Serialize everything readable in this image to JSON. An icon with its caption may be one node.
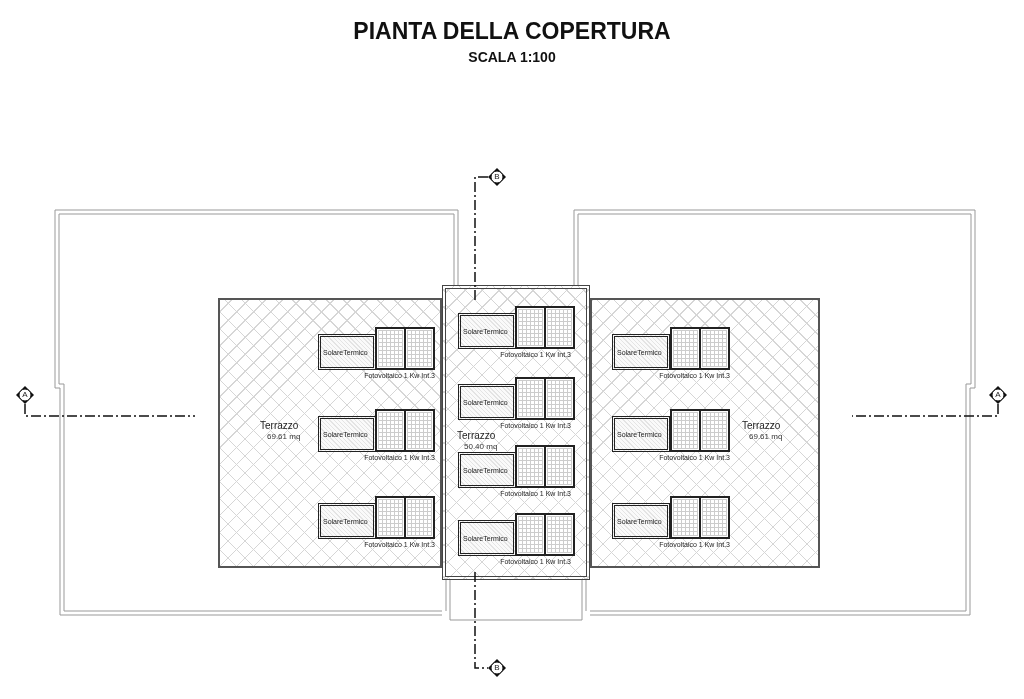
{
  "diagram": {
    "title": "PIANTA DELLA COPERTURA",
    "nodes": [
      {
        "text": [
          "Terrazzo",
          "69.61 mq"
        ]
      },
      {
        "text": [
          "SolareTermico"
        ],
        "in": 0
      },
      {
        "text": [],
        "shape": "box",
        "in": 0,
        "beside": [
          "Fotovoltaico 1 Kw Int.3"
        ]
      },
      {
        "text": [
          "SolareTermico"
        ],
        "in": 0
      },
      {
        "text": [],
        "shape": "box",
        "in": 0,
        "beside": [
          "Fotovoltaico 1 Kw Int.3"
        ]
      },
      {
        "text": [
          "SolareTermico"
        ],
        "in": 0
      },
      {
        "text": [],
        "shape": "box",
        "in": 0,
        "beside": [
          "Fotovoltaico 1 Kw Int.3"
        ]
      },
      {
        "text": [
          "Terrazzo",
          "50.40 mq"
        ]
      },
      {
        "text": [
          "SolareTermico"
        ],
        "in": 7
      },
      {
        "text": [],
        "shape": "box",
        "in": 7,
        "beside": [
          "Fotovoltaico 1 Kw Int.3"
        ]
      },
      {
        "text": [
          "SolareTermico"
        ],
        "in": 7
      },
      {
        "text": [],
        "shape": "box",
        "in": 7,
        "beside": [
          "Fotovoltaico 1 Kw Int.3"
        ]
      },
      {
        "text": [
          "SolareTermico"
        ],
        "in": 7
      },
      {
        "text": [],
        "shape": "box",
        "in": 7,
        "beside": [
          "Fotovoltaico 1 Kw Int.3"
        ]
      },
      {
        "text": [
          "SolareTermico"
        ],
        "in": 7
      },
      {
        "text": [],
        "shape": "box",
        "in": 7,
        "beside": [
          "Fotovoltaico 1 Kw Int.3"
        ]
      },
      {
        "text": [
          "Terrazzo",
          "69.61 mq"
        ]
      },
      {
        "text": [
          "SolareTermico"
        ],
        "in": 16
      },
      {
        "text": [],
        "shape": "box",
        "in": 16,
        "beside": [
          "Fotovoltaico 1 Kw Int.3"
        ]
      },
      {
        "text": [
          "SolareTermico"
        ],
        "in": 16
      },
      {
        "text": [],
        "shape": "box",
        "in": 16,
        "beside": [
          "Fotovoltaico 1 Kw Int.3"
        ]
      },
      {
        "text": [
          "SolareTermico"
        ],
        "in": 16
      },
      {
        "text": [],
        "shape": "box",
        "in": 16,
        "beside": [
          "Fotovoltaico 1 Kw Int.3"
        ]
      }
    ],
    "labels": [
      "SCALA 1:100",
      "B",
      "A",
      "A",
      "B"
    ]
  }
}
